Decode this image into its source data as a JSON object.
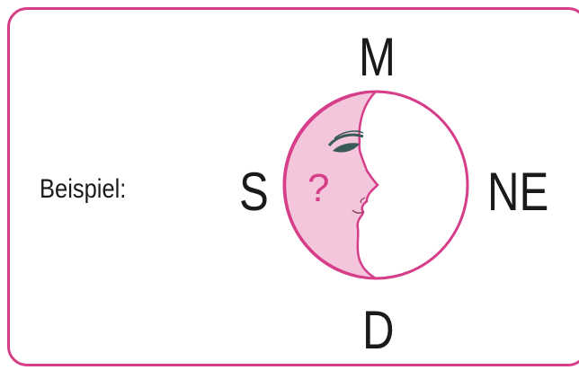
{
  "example_label": "Beispiel:",
  "directions": {
    "top": "M",
    "left": "S",
    "right": "NE",
    "bottom": "D"
  },
  "moon": {
    "mark": "?",
    "fill_color": "#f4c6dc",
    "stroke_color": "#d63e8a",
    "mark_color": "#d63e8a"
  },
  "colors": {
    "border": "#d63e8a",
    "text": "#1a1a1a"
  }
}
